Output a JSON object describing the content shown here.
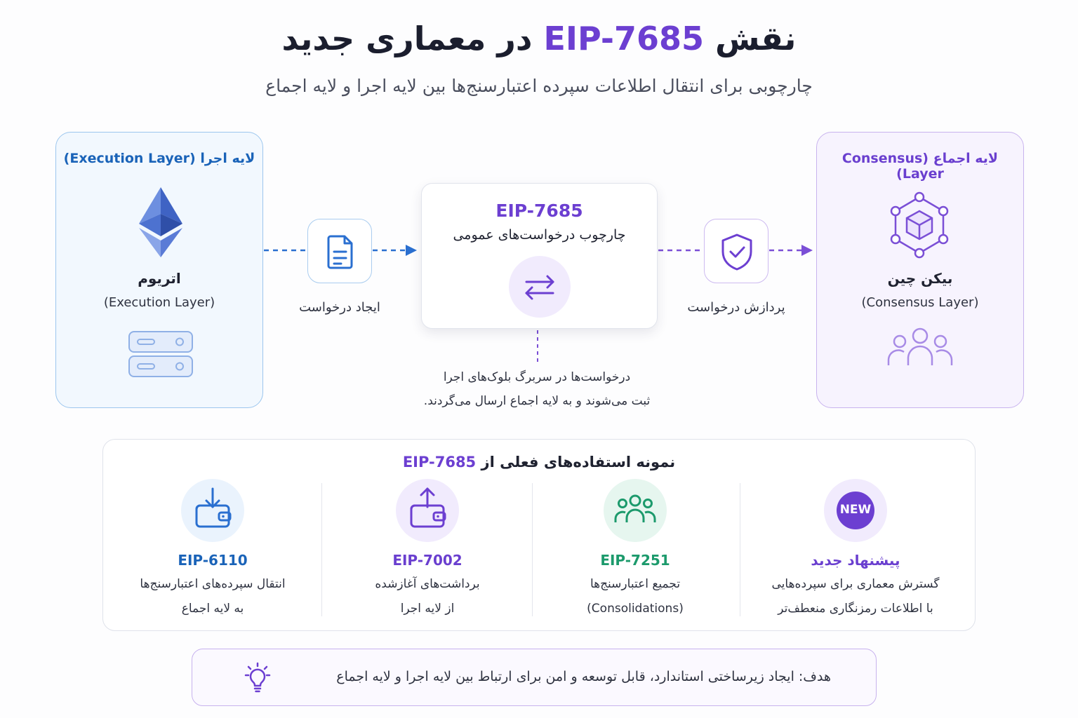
{
  "header": {
    "title_prefix": "نقش",
    "title_eip": "EIP-7685",
    "title_suffix": "در معماری جدید",
    "subtitle": "چارچوبی برای انتقال اطلاعات سپرده اعتبارسنج‌ها بین لایه اجرا و لایه اجماع"
  },
  "execution": {
    "title": "لایه اجرا (Execution Layer)",
    "name": "اتریوم",
    "sub": "(Execution Layer)",
    "color": "#1a63b8"
  },
  "consensus": {
    "title": "لایه اجماع (Consensus Layer)",
    "name": "بیکن چین",
    "sub": "(Consensus Layer)",
    "color": "#6a3fcf"
  },
  "flow": {
    "create_label": "ایجاد درخواست",
    "process_label": "پردازش درخواست"
  },
  "center": {
    "eip": "EIP-7685",
    "sub": "چارچوب درخواست‌های عمومی",
    "note_line1": "درخواست‌ها در سربرگ بلوک‌های اجرا",
    "note_line2": "ثبت می‌شوند و به لایه اجماع ارسال می‌گردند."
  },
  "examples": {
    "title_prefix": "نمونه استفاده‌های فعلی از",
    "title_eip": "EIP-7685",
    "items": [
      {
        "head": "EIP-6110",
        "line1": "انتقال سپرده‌های اعتبارسنج‌ها",
        "line2": "به لایه اجماع",
        "color": "#1a63b8",
        "icon": "wallet-download-icon"
      },
      {
        "head": "EIP-7002",
        "line1": "برداشت‌های آغازشده",
        "line2": "از لایه اجرا",
        "color": "#6a3fcf",
        "icon": "wallet-upload-icon"
      },
      {
        "head": "EIP-7251",
        "line1": "تجمیع اعتبارسنج‌ها",
        "line2": "(Consolidations)",
        "color": "#1c9a6c",
        "icon": "group-icon"
      },
      {
        "head": "پیشنهاد جدید",
        "line1": "گسترش معماری برای سپرده‌هایی",
        "line2": "با اطلاعات رمزنگاری منعطف‌تر",
        "color": "#6a3fcf",
        "icon": "new-badge-icon",
        "badge": "NEW"
      }
    ]
  },
  "goal": {
    "text": "هدف: ایجاد زیرساختی استاندارد، قابل توسعه و امن برای ارتباط بین لایه اجرا و لایه اجماع"
  }
}
